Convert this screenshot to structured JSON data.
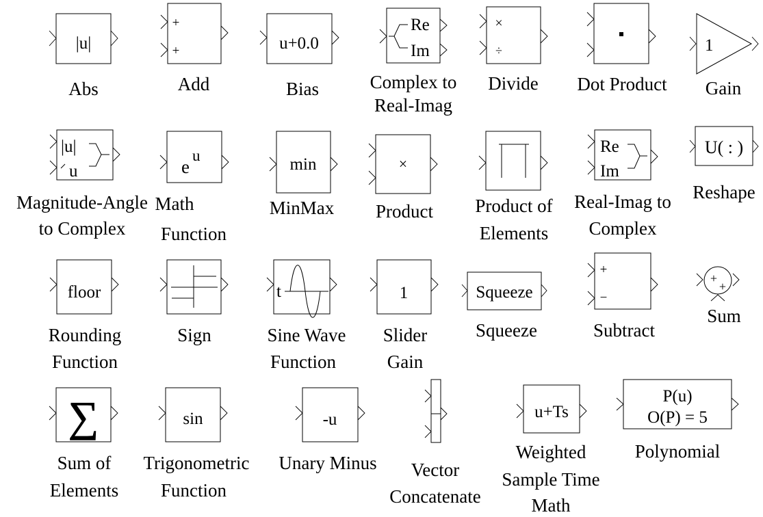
{
  "blocks": {
    "abs": {
      "label": "Abs",
      "icon_text": "|u|"
    },
    "add": {
      "label": "Add",
      "sign_1": "+",
      "sign_2": "+"
    },
    "bias": {
      "label": "Bias",
      "icon_text": "u+0.0"
    },
    "complex_to_real_imag": {
      "label_1": "Complex to",
      "label_2": "Real-Imag",
      "out_1": "Re",
      "out_2": "Im"
    },
    "divide": {
      "label": "Divide",
      "op_1": "×",
      "op_2": "÷"
    },
    "dot_product": {
      "label": "Dot Product"
    },
    "gain": {
      "label": "Gain",
      "icon_text": "1"
    },
    "magnitude_angle_to_complex": {
      "label_1": "Magnitude-Angle",
      "label_2": "to Complex",
      "in_1": "|u|",
      "in_2": "u"
    },
    "math_function": {
      "label_1": "Math",
      "label_2": "Function",
      "icon_base": "e",
      "icon_exp": "u"
    },
    "minmax": {
      "label": "MinMax",
      "icon_text": "min"
    },
    "product": {
      "label": "Product",
      "icon_text": "×"
    },
    "product_of_elements": {
      "label_1": "Product of",
      "label_2": "Elements"
    },
    "real_imag_to_complex": {
      "label_1": "Real-Imag to",
      "label_2": "Complex",
      "in_1": "Re",
      "in_2": "Im"
    },
    "reshape": {
      "label": "Reshape",
      "icon_text": "U( : )"
    },
    "rounding_function": {
      "label_1": "Rounding",
      "label_2": "Function",
      "icon_text": "floor"
    },
    "sign": {
      "label": "Sign"
    },
    "sine_wave_function": {
      "label_1": "Sine Wave",
      "label_2": "Function",
      "icon_text": "t"
    },
    "slider_gain": {
      "label_1": "Slider",
      "label_2": "Gain",
      "icon_text": "1"
    },
    "squeeze": {
      "label": "Squeeze",
      "icon_text": "Squeeze"
    },
    "subtract": {
      "label": "Subtract",
      "sign_1": "+",
      "sign_2": "−"
    },
    "sum": {
      "label": "Sum",
      "sign_1": "+",
      "sign_2": "+"
    },
    "sum_of_elements": {
      "label_1": "Sum of",
      "label_2": "Elements",
      "icon_text": "∑"
    },
    "trigonometric_function": {
      "label_1": "Trigonometric",
      "label_2": "Function",
      "icon_text": "sin"
    },
    "unary_minus": {
      "label": "Unary Minus",
      "icon_text": "-u"
    },
    "vector_concatenate": {
      "label_1": "Vector",
      "label_2": "Concatenate"
    },
    "weighted_sample_time_math": {
      "label_1": "Weighted",
      "label_2": "Sample Time",
      "label_3": "Math",
      "icon_text": "u+Ts"
    },
    "polynomial": {
      "label": "Polynomial",
      "icon_line_1": "P(u)",
      "icon_line_2": "O(P) = 5"
    }
  }
}
